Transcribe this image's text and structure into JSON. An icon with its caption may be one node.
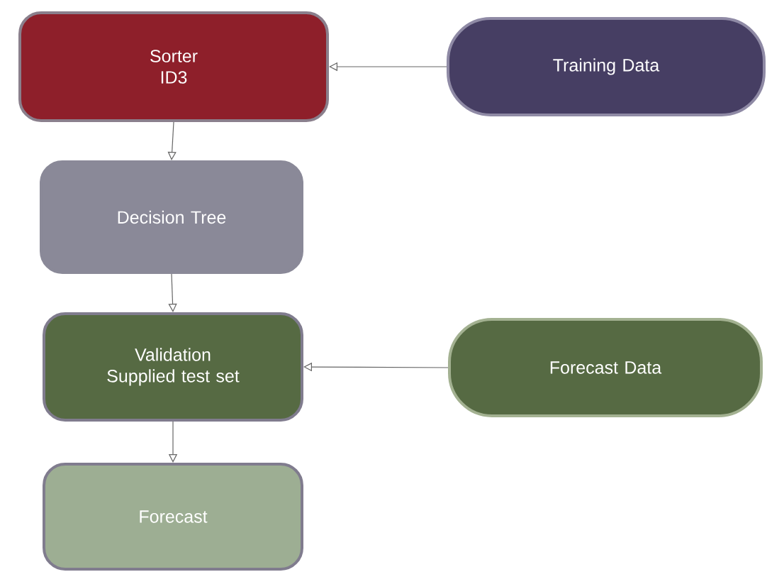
{
  "diagram": {
    "nodes": [
      {
        "text": [
          "Sorter ID3"
        ]
      },
      {
        "text": [
          "Training Data"
        ]
      },
      {
        "text": [
          "Decision Tree"
        ]
      },
      {
        "text": [
          "Validation Supplied test set"
        ]
      },
      {
        "text": [
          "Forecast Data"
        ]
      },
      {
        "text": [
          "Forecast"
        ]
      }
    ],
    "edges": [
      {
        "from": 1,
        "to": 0,
        "arrow": "to"
      },
      {
        "from": 0,
        "to": 2,
        "arrow": "to"
      },
      {
        "from": 2,
        "to": 3,
        "arrow": "to"
      },
      {
        "from": 4,
        "to": 3,
        "arrow": "to"
      },
      {
        "from": 3,
        "to": 5,
        "arrow": "to"
      }
    ]
  }
}
